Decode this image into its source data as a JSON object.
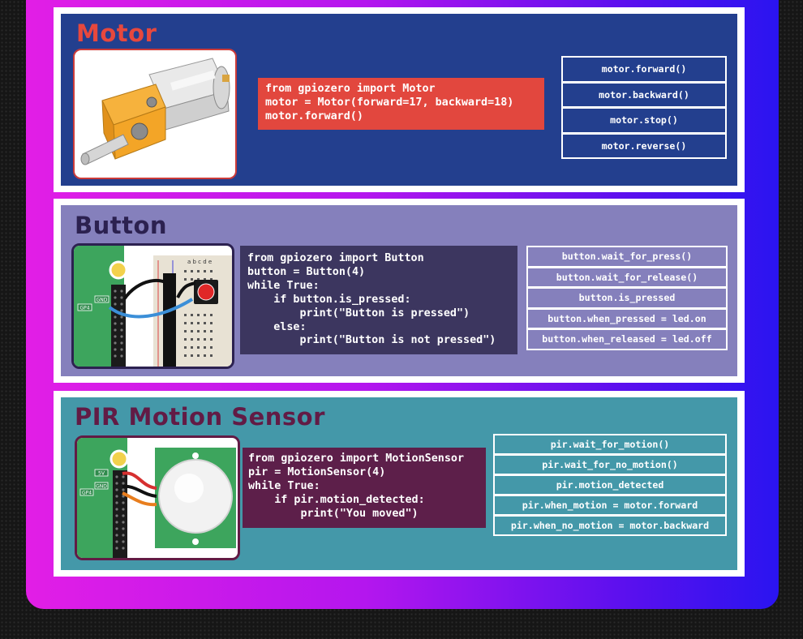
{
  "colors": {
    "motor_bg": "#233f8e",
    "motor_code": "#e2473e",
    "button_bg": "#8580bc",
    "button_code": "#3c365f",
    "pir_bg": "#4498a9",
    "pir_code": "#5d1f4a"
  },
  "motor": {
    "title": "Motor",
    "image": "gear-motor-image",
    "code": "from gpiozero import Motor\nmotor = Motor(forward=17, backward=18)\nmotor.forward()",
    "methods": [
      "motor.forward()",
      "motor.backward()",
      "motor.stop()",
      "motor.reverse()"
    ]
  },
  "button": {
    "title": "Button",
    "image": "breadboard-button-wiring-image",
    "pin_labels": [
      "GND",
      "GP4"
    ],
    "breadboard_cols": "a b c d e",
    "code": "from gpiozero import Button\nbutton = Button(4)\nwhile True:\n    if button.is_pressed:\n        print(\"Button is pressed\")\n    else:\n        print(\"Button is not pressed\")",
    "methods": [
      "button.wait_for_press()",
      "button.wait_for_release()",
      "button.is_pressed",
      "button.when_pressed = led.on",
      "button.when_released = led.off"
    ]
  },
  "pir": {
    "title": "PIR Motion Sensor",
    "image": "pir-sensor-wiring-image",
    "pin_labels": [
      "5V",
      "GND",
      "GP4"
    ],
    "code": "from gpiozero import MotionSensor\npir = MotionSensor(4)\nwhile True:\n    if pir.motion_detected:\n        print(\"You moved\")",
    "methods": [
      "pir.wait_for_motion()",
      "pir.wait_for_no_motion()",
      "pir.motion_detected",
      "pir.when_motion = motor.forward",
      "pir.when_no_motion = motor.backward"
    ]
  }
}
